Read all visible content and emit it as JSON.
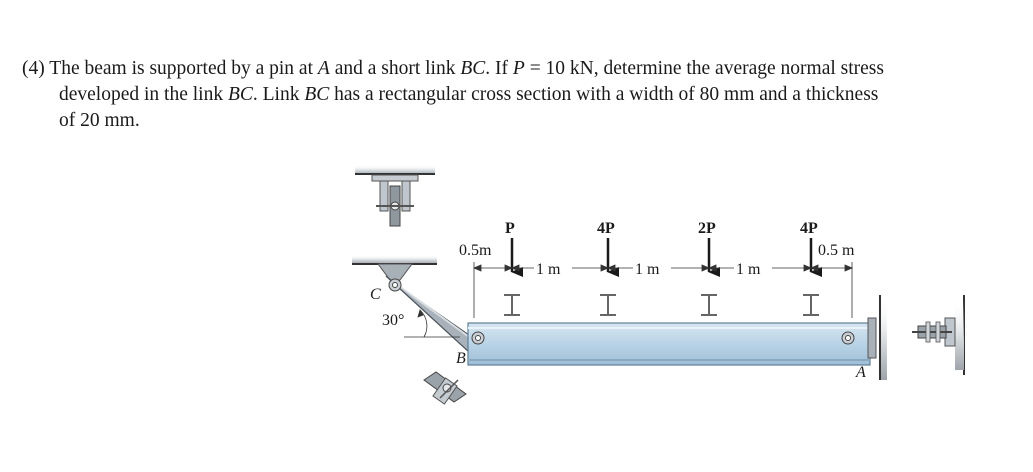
{
  "problem": {
    "number": "(4)",
    "line1_a": "The beam is supported by a pin at ",
    "var_A": "A",
    "line1_b": " and a short link ",
    "var_BC": "BC",
    "line1_c": ". If ",
    "var_P": "P",
    "line1_d": " = 10 kN, determine the average normal stress",
    "line2_a": "developed in the link ",
    "line2_b": ". Link ",
    "line2_c": " has a rectangular cross section with a width of 80 mm and a thickness",
    "line3": "of 20 mm."
  },
  "figure": {
    "loads": [
      "P",
      "4P",
      "2P",
      "4P"
    ],
    "dims": {
      "left": "0.5m",
      "span1": "1 m",
      "span2": "1 m",
      "span3": "1 m",
      "right": "0.5 m"
    },
    "angle": "30°",
    "points": {
      "A": "A",
      "B": "B",
      "C": "C"
    }
  },
  "colors": {
    "beam": "#b9d3e6",
    "beam_edge": "#5d7f96",
    "link": "#a9b2bb",
    "support": "#9aa1a8"
  }
}
